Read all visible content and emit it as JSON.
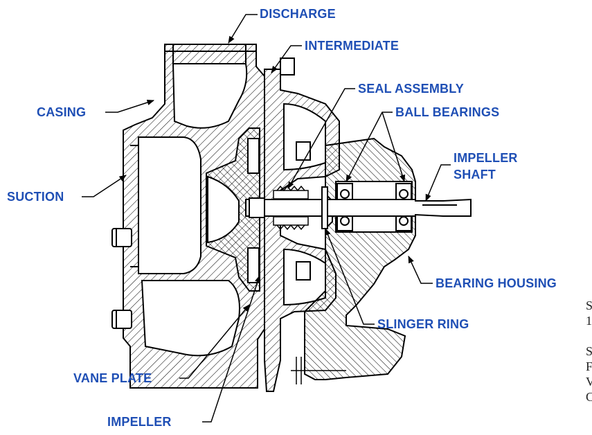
{
  "labels": {
    "discharge": "DISCHARGE",
    "intermediate": "INTERMEDIATE",
    "seal_assembly": "SEAL ASSEMBLY",
    "casing": "CASING",
    "ball_bearings": "BALL BEARINGS",
    "impeller_shaft_line1": "IMPELLER",
    "impeller_shaft_line2": "SHAFT",
    "suction": "SUCTION",
    "bearing_housing": "BEARING HOUSING",
    "slinger_ring": "SLINGER RING",
    "vane_plate": "VANE PLATE",
    "impeller": "IMPELLER"
  },
  "colors": {
    "label": "#1f4fb5",
    "line": "#000000"
  }
}
